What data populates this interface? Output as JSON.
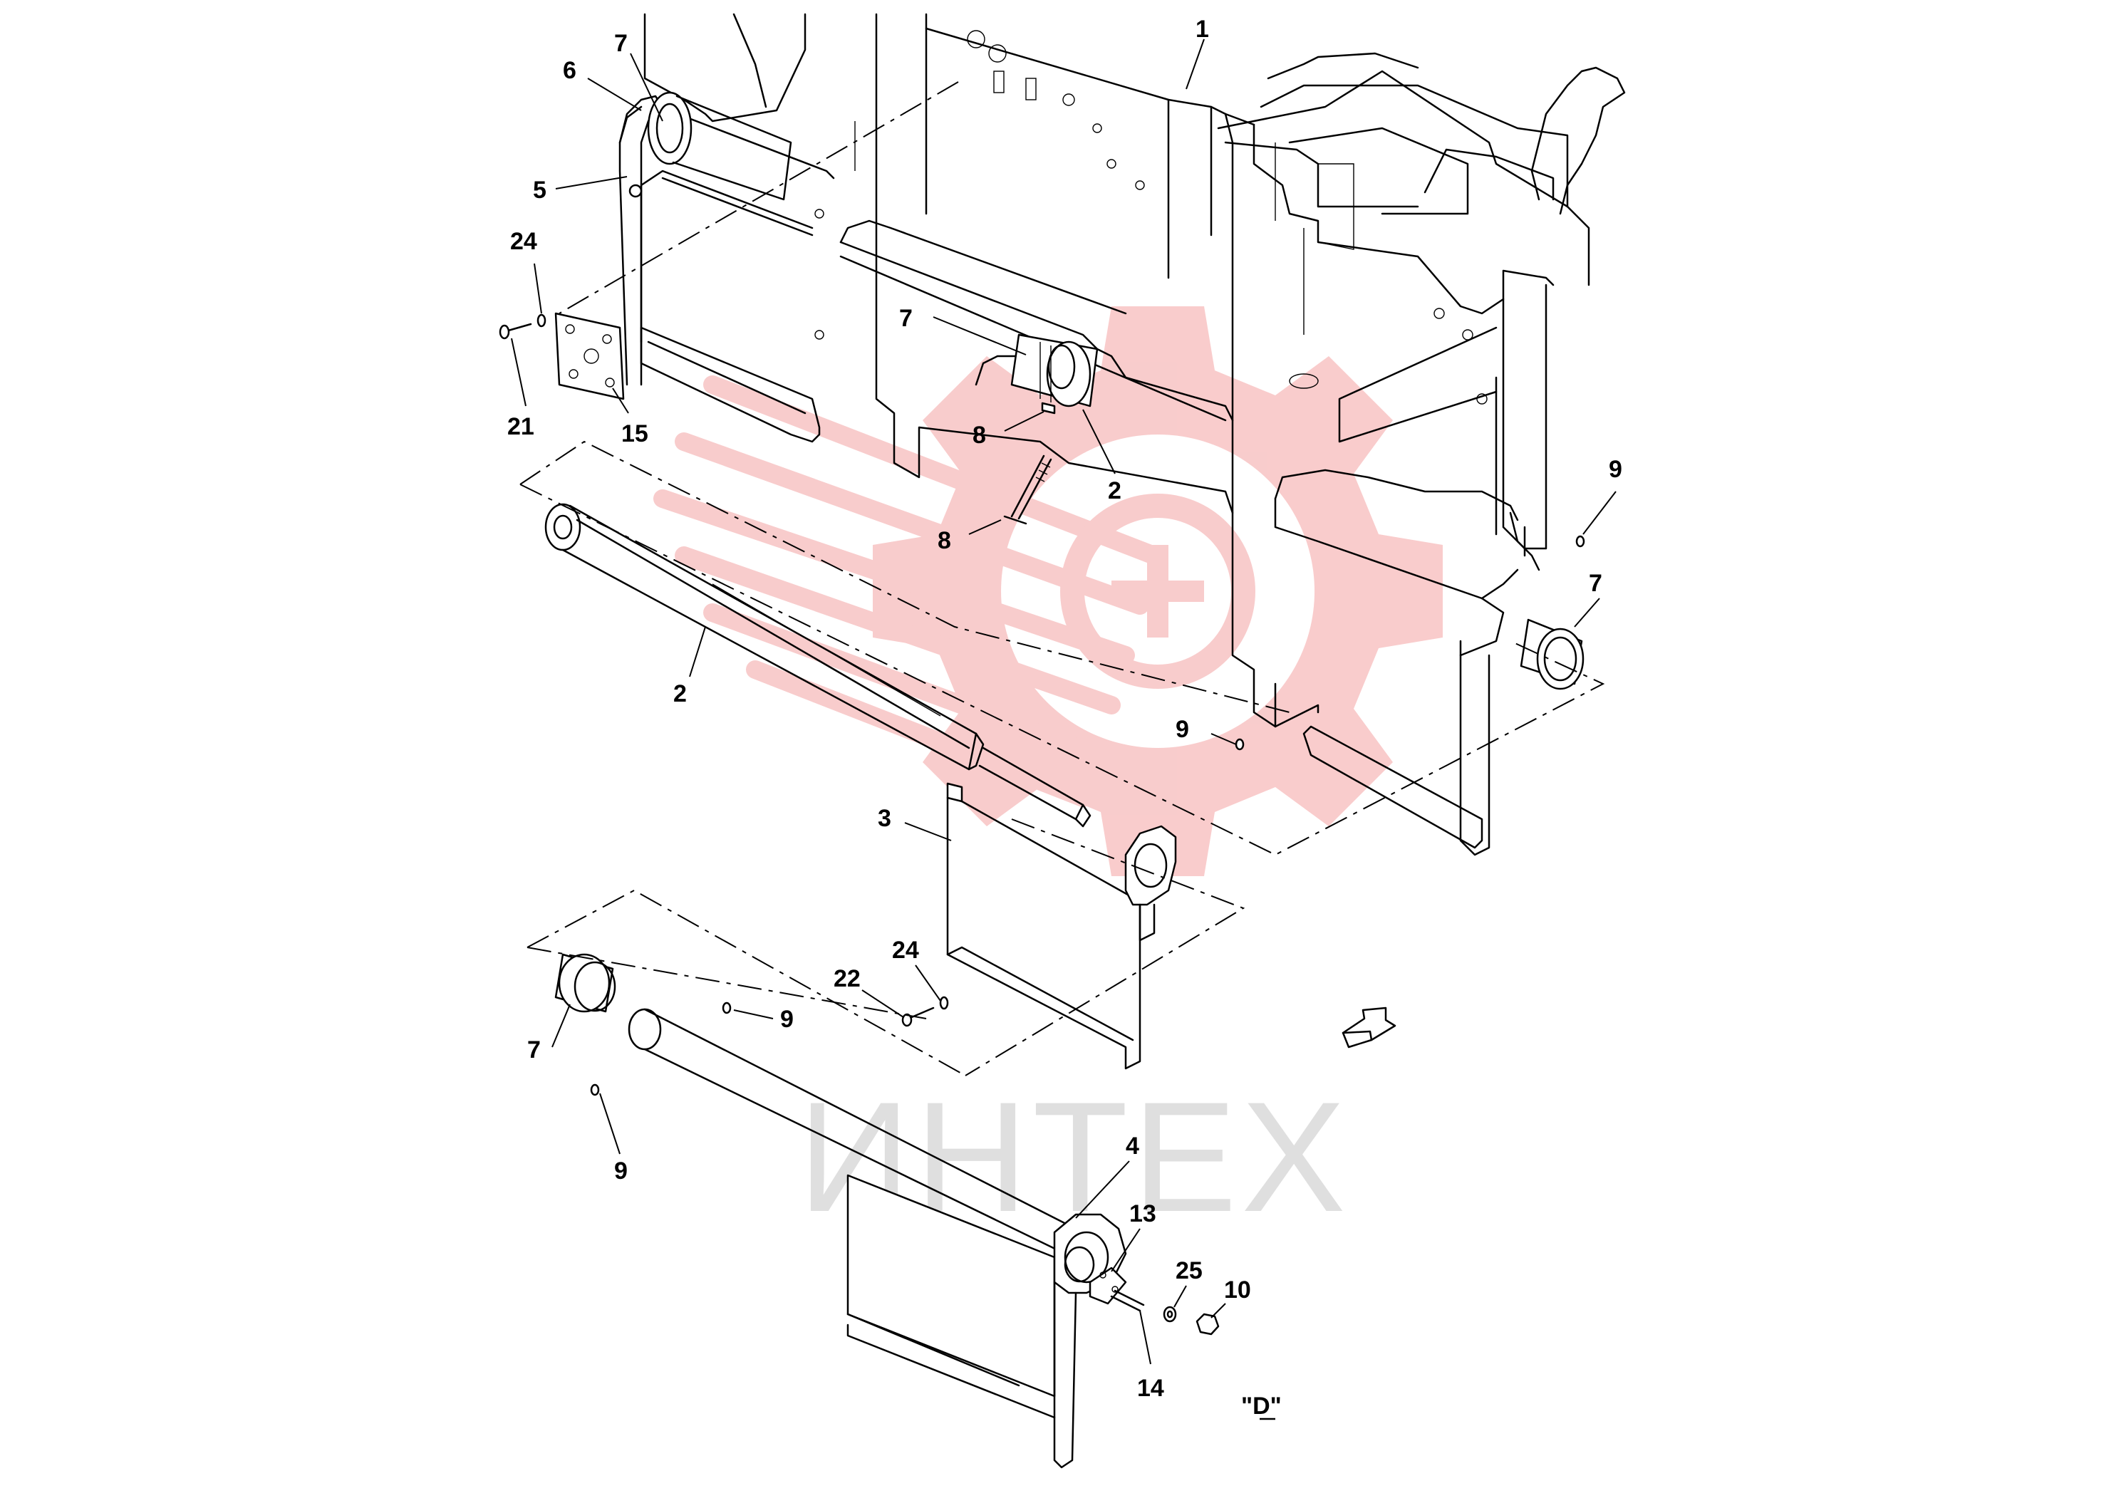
{
  "callouts": [
    {
      "id": "c1",
      "label": "1"
    },
    {
      "id": "c7a",
      "label": "7"
    },
    {
      "id": "c6",
      "label": "6"
    },
    {
      "id": "c5",
      "label": "5"
    },
    {
      "id": "c24a",
      "label": "24"
    },
    {
      "id": "c21",
      "label": "21"
    },
    {
      "id": "c15",
      "label": "15"
    },
    {
      "id": "c7b",
      "label": "7"
    },
    {
      "id": "c8a",
      "label": "8"
    },
    {
      "id": "c2a",
      "label": "2"
    },
    {
      "id": "c8b",
      "label": "8"
    },
    {
      "id": "c9a",
      "label": "9"
    },
    {
      "id": "c7c",
      "label": "7"
    },
    {
      "id": "c2b",
      "label": "2"
    },
    {
      "id": "c9b",
      "label": "9"
    },
    {
      "id": "c3",
      "label": "3"
    },
    {
      "id": "c24b",
      "label": "24"
    },
    {
      "id": "c22",
      "label": "22"
    },
    {
      "id": "c9c",
      "label": "9"
    },
    {
      "id": "c7d",
      "label": "7"
    },
    {
      "id": "c9d",
      "label": "9"
    },
    {
      "id": "c4",
      "label": "4"
    },
    {
      "id": "c13",
      "label": "13"
    },
    {
      "id": "c25",
      "label": "25"
    },
    {
      "id": "c10",
      "label": "10"
    },
    {
      "id": "c14",
      "label": "14"
    }
  ],
  "view_label": "\"D\"",
  "watermark": {
    "text": "ИНТЕХ",
    "gear_color": "#f4a3a3",
    "text_color": "#cfcfcf"
  },
  "colors": {
    "line": "#000000",
    "background": "#ffffff"
  }
}
